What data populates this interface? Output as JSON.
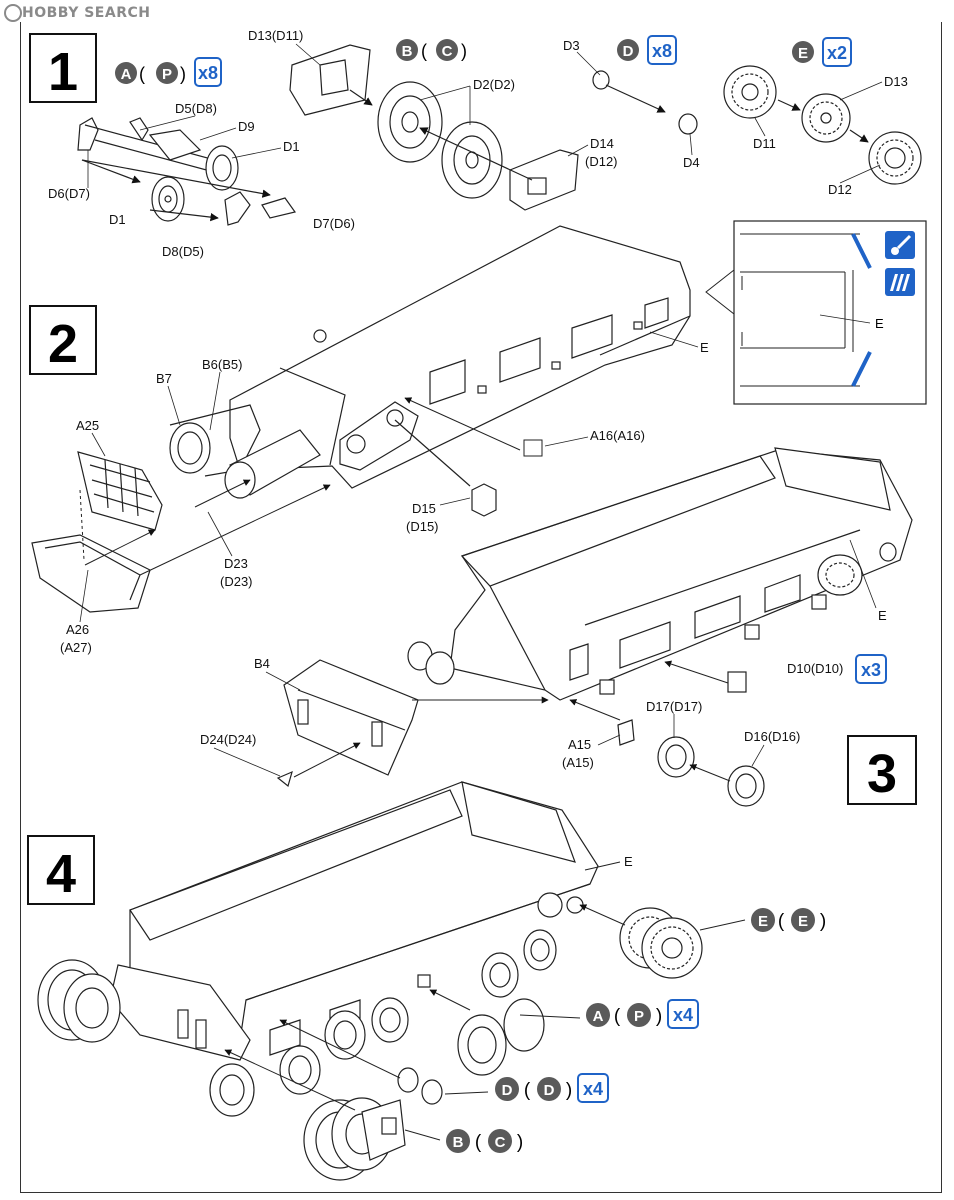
{
  "watermark": "HOBBY SEARCH",
  "steps": [
    {
      "number": "1"
    },
    {
      "number": "2"
    },
    {
      "number": "3"
    },
    {
      "number": "4"
    }
  ],
  "sprues": {
    "s1_sprue": {
      "primary": "A",
      "alt": "P",
      "qty": "x8"
    },
    "s1_sprue2": {
      "primary": "B",
      "alt": "C"
    },
    "s1_sprue3": {
      "primary": "D",
      "qty": "x8"
    },
    "s1_sprue4": {
      "primary": "E",
      "qty": "x2"
    },
    "s3_qty": "x3",
    "s4_e": {
      "primary": "E",
      "alt": "E"
    },
    "s4_a": {
      "primary": "A",
      "alt": "P",
      "qty": "x4"
    },
    "s4_d": {
      "primary": "D",
      "alt": "D",
      "qty": "x4"
    },
    "s4_b": {
      "primary": "B",
      "alt": "C"
    }
  },
  "labels": {
    "d13d11": "D13(D11)",
    "d5d8": "D5(D8)",
    "d9": "D9",
    "d1a": "D1",
    "d6d7": "D6(D7)",
    "d1b": "D1",
    "d8d5": "D8(D5)",
    "d7d6": "D7(D6)",
    "d2d2": "D2(D2)",
    "d14": "D14",
    "d12p": "(D12)",
    "d3": "D3",
    "d4": "D4",
    "d13": "D13",
    "d11": "D11",
    "d12": "D12",
    "e_inset": "E",
    "e_s2": "E",
    "b7": "B7",
    "b6b5": "B6(B5)",
    "a25": "A25",
    "a16": "A16(A16)",
    "d15": "D15",
    "d15p": "(D15)",
    "d23": "D23",
    "d23p": "(D23)",
    "a26": "A26",
    "a27p": "(A27)",
    "e_s3": "E",
    "b4": "B4",
    "d10": "D10(D10)",
    "d24": "D24(D24)",
    "d17": "D17(D17)",
    "a15": "A15",
    "a15p": "(A15)",
    "d16": "D16(D16)",
    "e_s4": "E"
  },
  "colors": {
    "badge_fill": "#5a5a5a",
    "qty_blue": "#1f63c7",
    "ink": "#222222"
  },
  "icons": [
    "paint-icon",
    "weathering-icon"
  ]
}
